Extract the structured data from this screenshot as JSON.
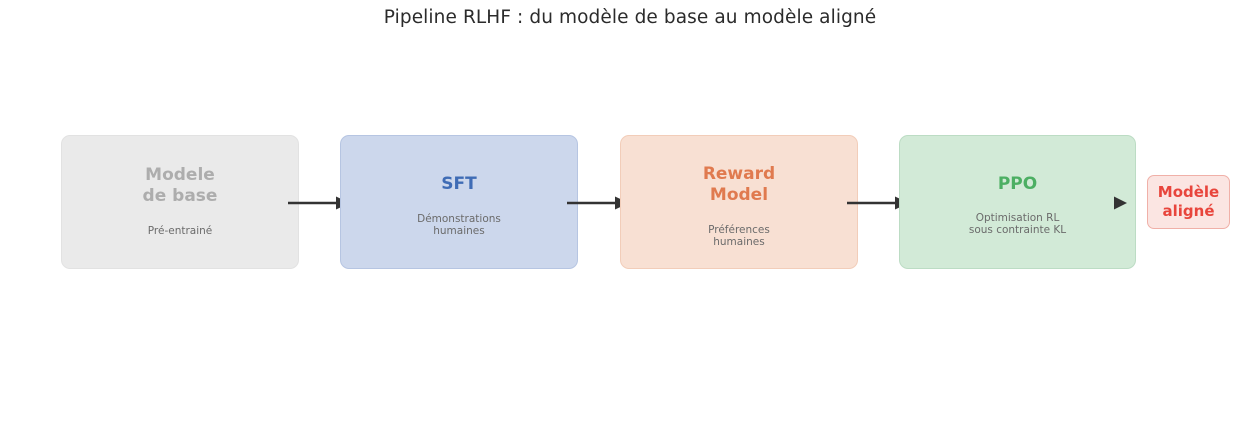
{
  "diagram": {
    "title": "Pipeline RLHF : du modèle de base au modèle aligné",
    "type": "flow-pipeline",
    "background_color": "#ffffff",
    "stages": [
      {
        "id": "base-model",
        "title": "Modele\nde base",
        "subtitle": "Pré-entrainé",
        "fill_color": "#eaeaea",
        "border_color": "#e2e2e2",
        "title_color": "#adadad"
      },
      {
        "id": "sft",
        "title": "SFT",
        "subtitle": "Démonstrations\nhumaines",
        "fill_color": "#ccd7ec",
        "border_color": "#b6c5e2",
        "title_color": "#3f6cb5"
      },
      {
        "id": "reward-model",
        "title": "Reward\nModel",
        "subtitle": "Préférences\nhumaines",
        "fill_color": "#f8e0d3",
        "border_color": "#f2cdb9",
        "title_color": "#e07a4f"
      },
      {
        "id": "ppo",
        "title": "PPO",
        "subtitle": "Optimisation RL\nsous contrainte KL",
        "fill_color": "#d2ead7",
        "border_color": "#bcdcc4",
        "title_color": "#4caf63"
      }
    ],
    "final_output": {
      "id": "aligned-model",
      "title": "Modèle\naligné",
      "fill_color": "#fbe5e2",
      "border_color": "#f0b0a8",
      "title_color": "#e8453c"
    },
    "connectors": {
      "color": "#333333",
      "count": 4,
      "style": "solid-arrow"
    },
    "subtitle_color": "#6b6b6b"
  }
}
